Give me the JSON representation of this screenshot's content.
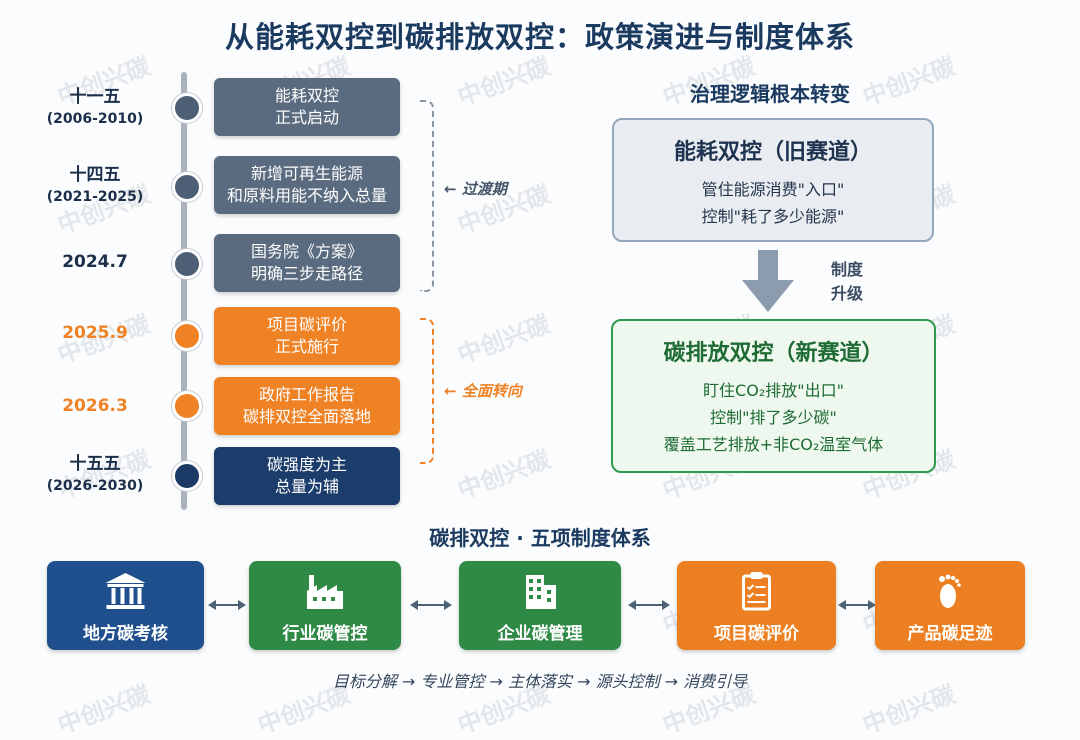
{
  "title": "从能耗双控到碳排放双控：政策演进与制度体系",
  "timeline": [
    {
      "date": "十一五",
      "sub": "(2006-2010)",
      "lines": [
        "能耗双控",
        "正式启动"
      ]
    },
    {
      "date": "十四五",
      "sub": "(2021-2025)",
      "lines": [
        "新增可再生能源",
        "和原料用能不纳入总量"
      ]
    },
    {
      "date": "2024.7",
      "sub": "",
      "lines": [
        "国务院《方案》",
        "明确三步走路径"
      ]
    },
    {
      "date": "2025.9",
      "sub": "",
      "lines": [
        "项目碳评价",
        "正式施行"
      ]
    },
    {
      "date": "2026.3",
      "sub": "",
      "lines": [
        "政府工作报告",
        "碳排双控全面落地"
      ]
    },
    {
      "date": "十五五",
      "sub": "(2026-2030)",
      "lines": [
        "碳强度为主",
        "总量为辅"
      ]
    }
  ],
  "phases": {
    "transition": "过渡期",
    "full": "全面转向"
  },
  "right": {
    "title": "治理逻辑根本转变",
    "old": {
      "title": "能耗双控（旧赛道）",
      "lines": [
        "管住能源消费\"入口\"",
        "控制\"耗了多少能源\""
      ]
    },
    "upgrade": [
      "制度",
      "升级"
    ],
    "new": {
      "title": "碳排放双控（新赛道）",
      "lines": [
        "盯住CO₂排放\"出口\"",
        "控制\"排了多少碳\"",
        "覆盖工艺排放+非CO₂温室气体"
      ]
    }
  },
  "bottom": {
    "title": "碳排双控 · 五项制度体系",
    "cards": [
      {
        "label": "地方碳考核",
        "icon": "government-building-icon"
      },
      {
        "label": "行业碳管控",
        "icon": "factory-icon"
      },
      {
        "label": "企业碳管理",
        "icon": "office-building-icon"
      },
      {
        "label": "项目碳评价",
        "icon": "clipboard-checklist-icon"
      },
      {
        "label": "产品碳足迹",
        "icon": "footprint-icon"
      }
    ],
    "flow": "目标分解 → 专业管控 → 主体落实 → 源头控制 → 消费引导"
  },
  "watermark": "中创兴碳",
  "colors": {
    "navy": "#1c3d6b",
    "gray": "#5a6b7f",
    "orange": "#ee8224",
    "green": "#2f8a46",
    "title": "#1b3a60"
  }
}
